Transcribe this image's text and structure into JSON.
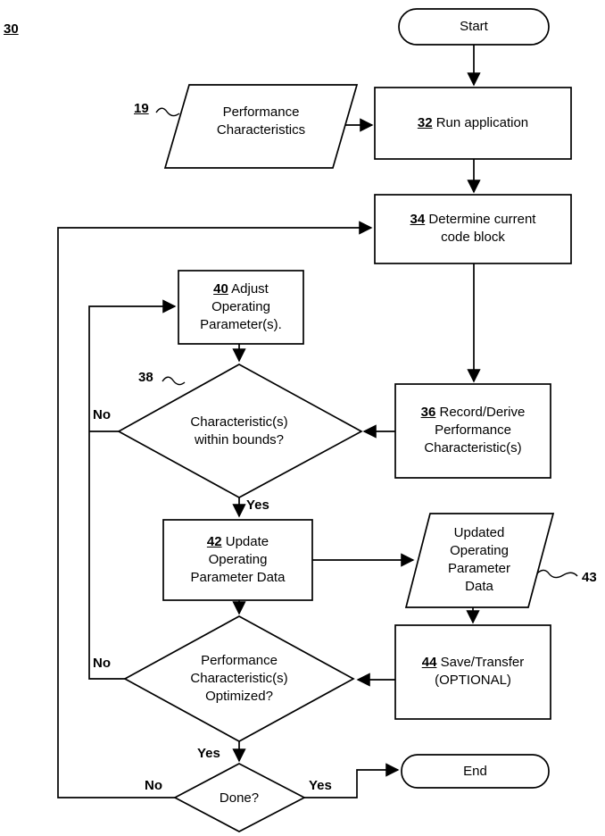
{
  "figure": {
    "ref": "30"
  },
  "colors": {
    "ink": "#000000",
    "paper": "#ffffff"
  },
  "nodes": {
    "start": {
      "label": "Start"
    },
    "perf_chars": {
      "ref": "19",
      "lines": [
        "Performance",
        "Characteristics"
      ]
    },
    "run_app": {
      "ref": "32",
      "lines": [
        "Run application"
      ]
    },
    "determine_block": {
      "ref": "34",
      "lines": [
        "Determine current",
        "code block"
      ]
    },
    "record_derive": {
      "ref": "36",
      "lines": [
        "Record/Derive",
        "Performance",
        "Characteristic(s)"
      ]
    },
    "adjust_params": {
      "ref": "40",
      "lines": [
        "Adjust",
        "Operating",
        "Parameter(s)."
      ]
    },
    "within_bounds": {
      "ref": "38",
      "lines": [
        "Characteristic(s)",
        "within bounds?"
      ]
    },
    "update_params": {
      "ref": "42",
      "lines": [
        "Update",
        "Operating",
        "Parameter Data"
      ]
    },
    "updated_data": {
      "ref": "43",
      "lines": [
        "Updated",
        "Operating",
        "Parameter",
        "Data"
      ]
    },
    "save_transfer": {
      "ref": "44",
      "lines": [
        "Save/Transfer",
        "(OPTIONAL)"
      ]
    },
    "optimized": {
      "lines": [
        "Performance",
        "Characteristic(s)",
        "Optimized?"
      ]
    },
    "done": {
      "label": "Done?"
    },
    "end": {
      "label": "End"
    }
  },
  "edge_labels": {
    "bounds_no": "No",
    "bounds_yes": "Yes",
    "optimized_no": "No",
    "optimized_yes": "Yes",
    "done_no": "No",
    "done_yes": "Yes"
  }
}
